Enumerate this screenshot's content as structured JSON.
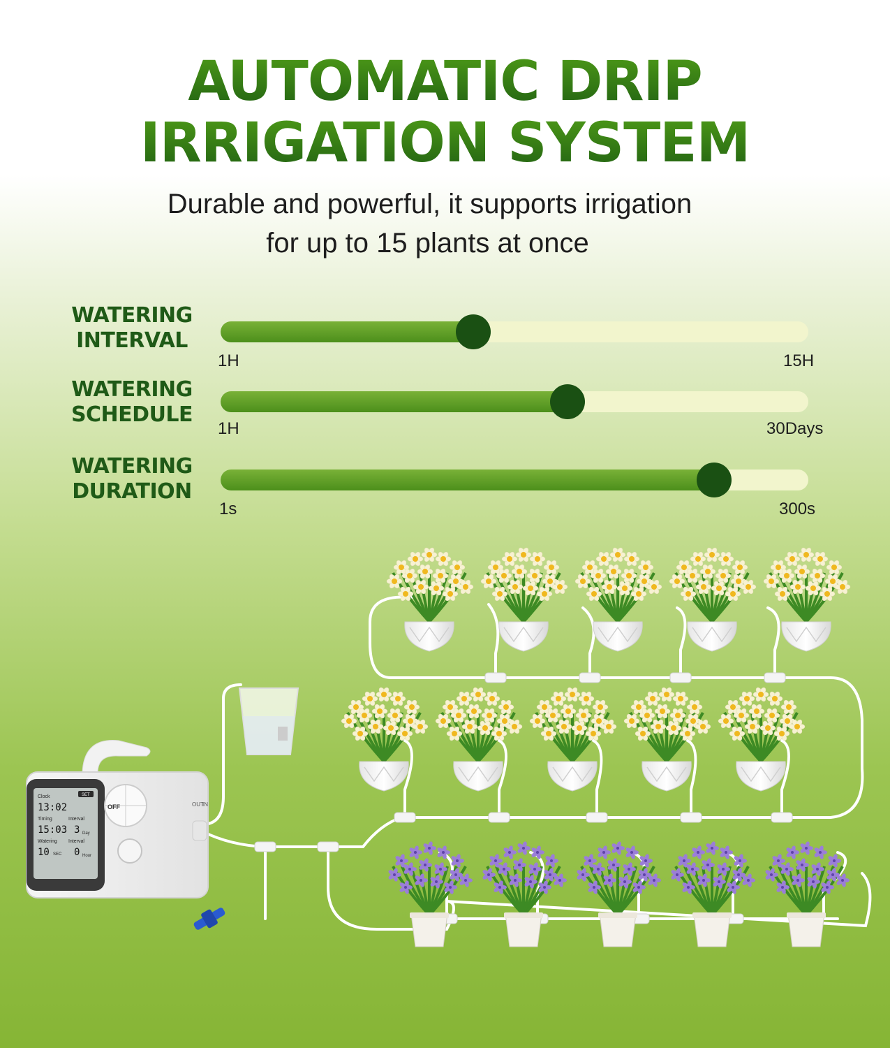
{
  "headline": {
    "line1": "AUTOMATIC DRIP",
    "line2": "IRRIGATION SYSTEM"
  },
  "subtitle": {
    "line1": "Durable and powerful, it supports irrigation",
    "line2": "for up to 15 plants at once"
  },
  "sliders": [
    {
      "label_line1": "WATERING",
      "label_line2": "INTERVAL",
      "min_label": "1H",
      "max_label": "15H",
      "level": 0.43
    },
    {
      "label_line1": "WATERING",
      "label_line2": "SCHEDULE",
      "min_label": "1H",
      "max_label": "30Days",
      "level": 0.59
    },
    {
      "label_line1": "WATERING",
      "label_line2": "DURATION",
      "min_label": "1s",
      "max_label": "300s",
      "level": 0.84
    }
  ],
  "device": {
    "lcd": {
      "clock_label": "Clock",
      "clock_value": "13:02",
      "timing_label": "Timing",
      "timing_value": "15:03",
      "watering_label": "Watering",
      "watering_value": "10",
      "watering_unit": "SEC",
      "interval_label": "Interval",
      "interval_value": "3",
      "interval_unit": "Day",
      "interval2_label": "Interval",
      "interval2_value": "0",
      "interval2_unit": "Hour",
      "set_label": "SET"
    },
    "dial_label": "OFF",
    "port_labels": {
      "out": "OUT",
      "in": "IN"
    }
  },
  "plants": {
    "rows": 3,
    "per_row": 5,
    "colors": {
      "daffodil": "#f7f2d2",
      "daffodil_center": "#f0b81f",
      "bellflower": "#9b7ed8"
    }
  },
  "colors": {
    "accent": "#2f7a16",
    "knob": "#1a5013",
    "track": "#f2f5cd"
  }
}
